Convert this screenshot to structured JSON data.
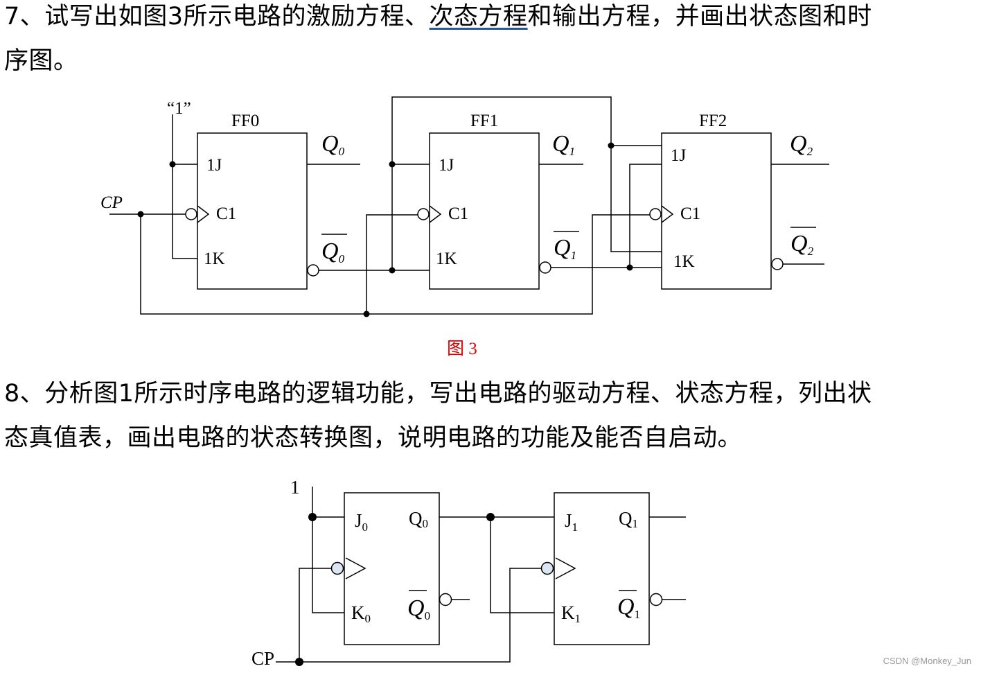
{
  "question7": {
    "line1_prefix": "7、试写出如图3所示电路的激励方程、",
    "line1_underlined": "次态方程",
    "line1_suffix": "和输出方程，并画出状态图和时",
    "line2": "序图。"
  },
  "figure3": {
    "caption": "图 3",
    "caption_color": "#e00000",
    "const_one": "“1”",
    "clock": "CP",
    "flipflops": [
      {
        "name": "FF0",
        "j": "1J",
        "c": "C1",
        "k": "1K",
        "q": "Q",
        "qsub": "0",
        "qbar": "Q",
        "qbarsub": "0"
      },
      {
        "name": "FF1",
        "j": "1J",
        "c": "C1",
        "k": "1K",
        "q": "Q",
        "qsub": "1",
        "qbar": "Q",
        "qbarsub": "1"
      },
      {
        "name": "FF2",
        "j": "1J",
        "c": "C1",
        "k": "1K",
        "q": "Q",
        "qsub": "2",
        "qbar": "Q",
        "qbarsub": "2"
      }
    ]
  },
  "question8": {
    "line1": "8、分析图1所示时序电路的逻辑功能，写出电路的驱动方程、状态方程，列出状",
    "line2": "态真值表，画出电路的状态转换图，说明电路的功能及能否自启动。"
  },
  "figure1": {
    "const_one": "1",
    "clock": "CP",
    "flipflops": [
      {
        "j": "J",
        "jsub": "0",
        "k": "K",
        "ksub": "0",
        "q": "Q",
        "qsub": "0",
        "qbar": "Q",
        "qbarsub": "0"
      },
      {
        "j": "J",
        "jsub": "1",
        "k": "K",
        "ksub": "1",
        "q": "Q",
        "qsub": "1",
        "qbar": "Q",
        "qbarsub": "1"
      }
    ]
  },
  "watermark": "CSDN @Monkey_Jun"
}
